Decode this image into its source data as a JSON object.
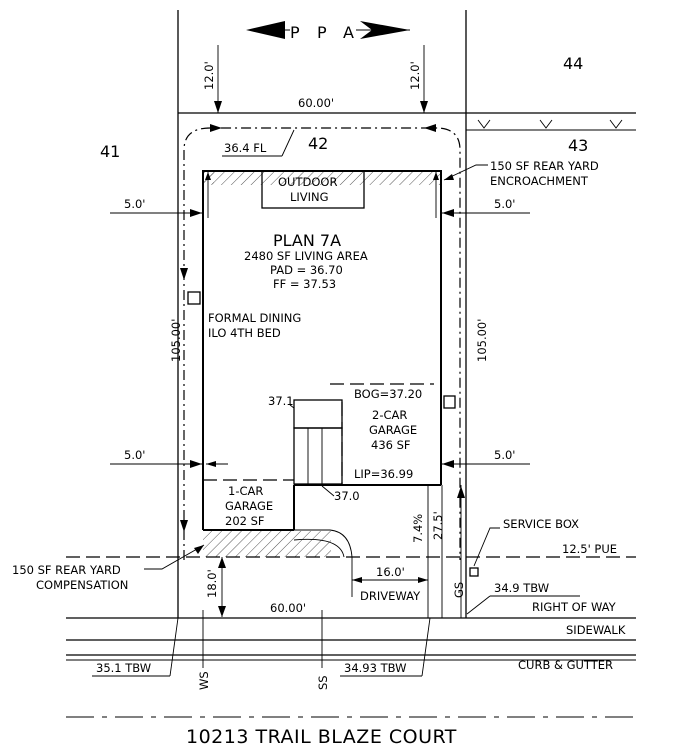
{
  "north_arrow": {
    "label": "PPA"
  },
  "lots": {
    "current": "42",
    "left": "41",
    "right_top": "44",
    "right": "43"
  },
  "plan": {
    "title": "PLAN 7A",
    "living_area": "2480 SF LIVING AREA",
    "pad": "PAD = 36.70",
    "ff": "FF = 37.53"
  },
  "rooms": {
    "outdoor_line1": "OUTDOOR",
    "outdoor_line2": "LIVING",
    "dining_line1": "FORMAL DINING",
    "dining_line2": "ILO 4TH BED",
    "garage2_line1": "2-CAR",
    "garage2_line2": "GARAGE",
    "garage2_line3": "436 SF",
    "garage1_line1": "1-CAR",
    "garage1_line2": "GARAGE",
    "garage1_line3": "202 SF",
    "bog": "BOG=37.20",
    "lip": "LIP=36.99",
    "elev_371": "37.1",
    "elev_370": "37.0"
  },
  "dims": {
    "top_width": "60.00'",
    "bottom_width": "60.00'",
    "setback_left_top": "12.0'",
    "setback_right_top": "12.0'",
    "side_left_upper": "5.0'",
    "side_right_upper": "5.0'",
    "side_left_lower": "5.0'",
    "side_right_lower": "5.0'",
    "depth_left": "105.00'",
    "depth_right": "105.00'",
    "front_setback": "18.0'",
    "driveway_width": "16.0'",
    "slope_pct": "7.4%",
    "driveway_len": "27.5'",
    "fl": "36.4 FL"
  },
  "notes": {
    "encroach_line1": "150 SF REAR YARD",
    "encroach_line2": "ENCROACHMENT",
    "comp_line1": "150 SF REAR YARD",
    "comp_line2": "COMPENSATION",
    "service_box": "SERVICE BOX",
    "pue": "12.5' PUE",
    "tbw_right": "34.9 TBW",
    "row": "RIGHT OF WAY",
    "sidewalk": "SIDEWALK",
    "curb": "CURB & GUTTER",
    "tbw_left": "35.1 TBW",
    "tbw_center": "34.93 TBW",
    "driveway": "DRIVEWAY",
    "gs": "GS",
    "ws": "WS",
    "ss": "SS"
  },
  "street": {
    "name": "10213 TRAIL BLAZE COURT"
  }
}
